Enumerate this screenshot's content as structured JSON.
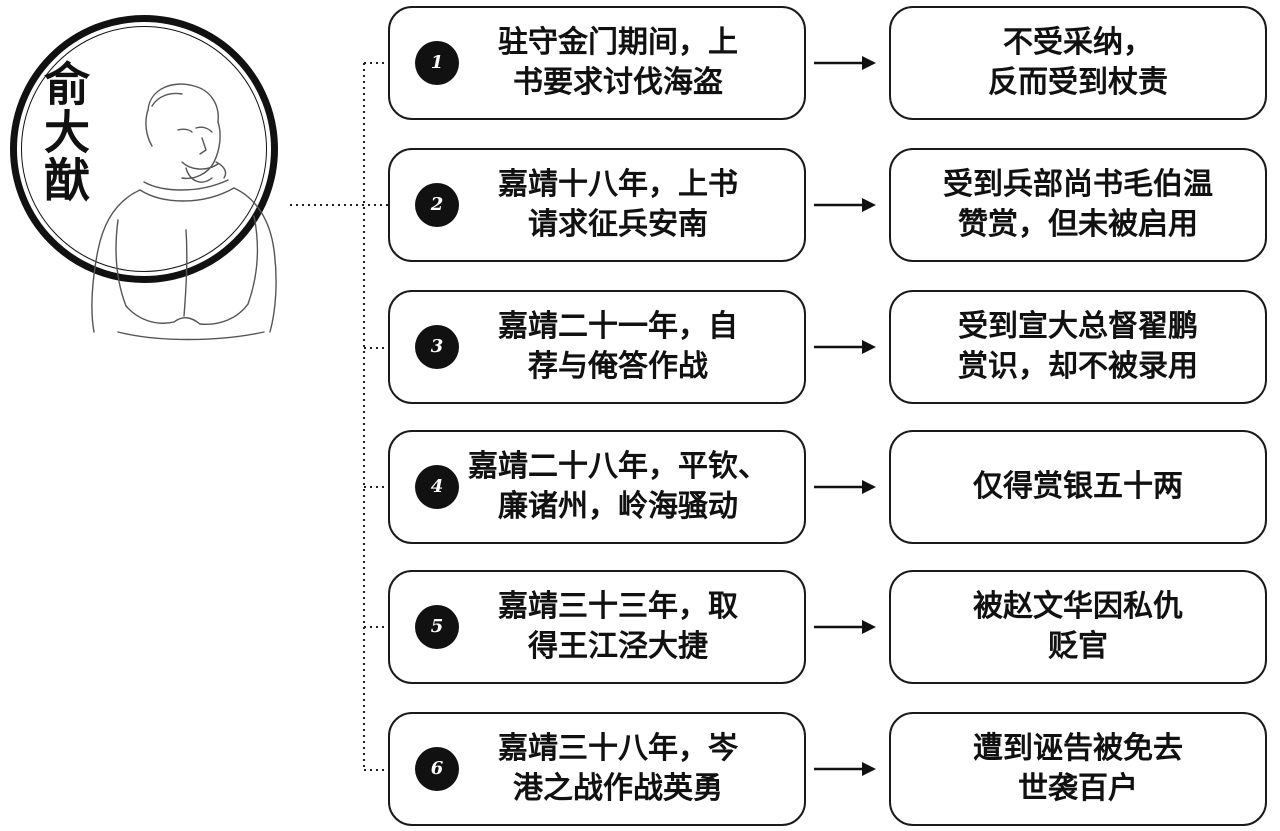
{
  "person": {
    "name": "俞大猷"
  },
  "rows": [
    {
      "num": "1",
      "event": "驻守金门期间，上\n书要求讨伐海盗",
      "outcome": "不受采纳，\n反而受到杖责"
    },
    {
      "num": "2",
      "event": "嘉靖十八年，上书\n请求征兵安南",
      "outcome": "受到兵部尚书毛伯温\n赞赏，但未被启用"
    },
    {
      "num": "3",
      "event": "嘉靖二十一年，自\n荐与俺答作战",
      "outcome": "受到宣大总督翟鹏\n赏识，却不被录用"
    },
    {
      "num": "4",
      "event": "嘉靖二十八年，平钦、\n廉诸州，岭海骚动",
      "outcome": "仅得赏银五十两"
    },
    {
      "num": "5",
      "event": "嘉靖三十三年，取\n得王江泾大捷",
      "outcome": "被赵文华因私仇\n贬官"
    },
    {
      "num": "6",
      "event": "嘉靖三十八年，岑\n港之战作战英勇",
      "outcome": "遭到诬告被免去\n世袭百户"
    }
  ]
}
